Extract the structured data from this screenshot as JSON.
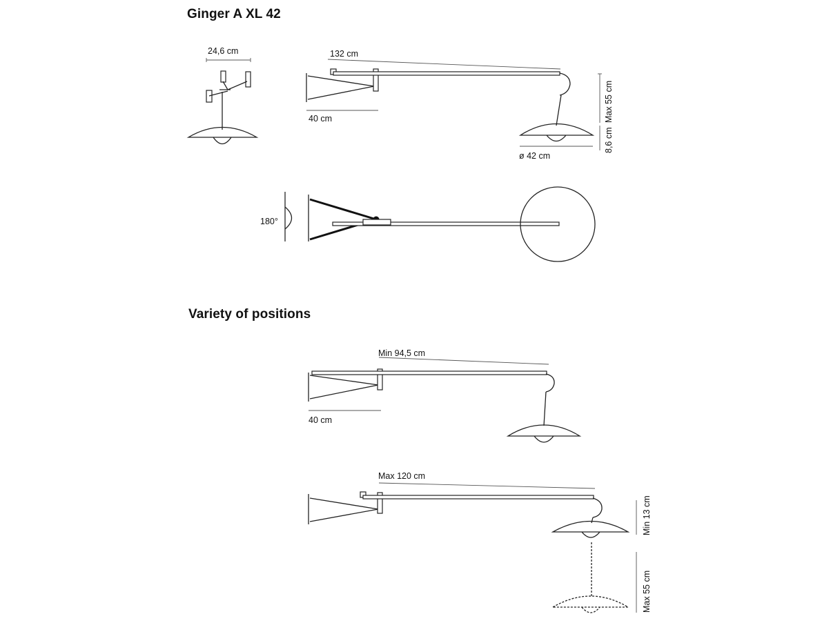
{
  "headings": {
    "model": "Ginger A XL 42",
    "positions": "Variety of positions"
  },
  "dimensions": {
    "front_width": "24,6 cm",
    "arm_length": "132 cm",
    "bracket_depth": "40 cm",
    "max_drop": "Max 55 cm",
    "shade_height": "8,6 cm",
    "shade_diameter": "ø 42 cm",
    "rotation": "180°",
    "min_reach": "Min 94,5 cm",
    "min_reach_bracket": "40 cm",
    "max_reach": "Max 120 cm",
    "min_drop": "Min 13 cm",
    "max_drop_2": "Max 55 cm"
  }
}
